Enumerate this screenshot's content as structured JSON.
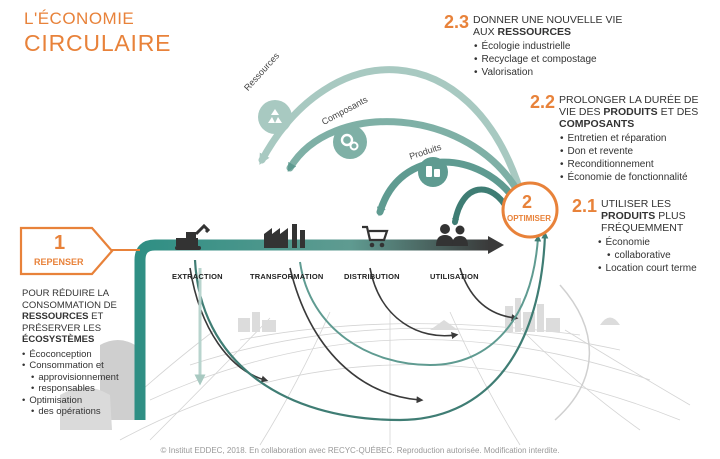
{
  "title": {
    "line1": "L'ÉCONOMIE",
    "line2": "CIRCULAIRE"
  },
  "rethink": {
    "number": "1",
    "label": "REPENSER",
    "desc_1": "POUR RÉDUIRE LA",
    "desc_2": "CONSOMMATION DE",
    "desc_3": "RESSOURCES",
    "desc_4": " ET",
    "desc_5": "PRÉSERVER LES",
    "desc_6": "ÉCOSYSTÈMES",
    "items": [
      "Écoconception",
      "Consommation et",
      "approvisionnement",
      "responsables",
      "Optimisation",
      "des opérations"
    ]
  },
  "optimize": {
    "number": "2",
    "label": "OPTIMISER"
  },
  "strategy_21": {
    "number": "2.1",
    "line1": "UTILISER LES",
    "line2_bold": "PRODUITS",
    "line2_rest": " PLUS",
    "line3": "FRÉQUEMMENT",
    "items": [
      "Économie",
      "collaborative",
      "Location court terme"
    ]
  },
  "strategy_22": {
    "number": "2.2",
    "line1": "PROLONGER LA DURÉE DE",
    "line2_pre": "VIE DES ",
    "line2_bold": "PRODUITS",
    "line2_rest": " ET DES",
    "line3": "COMPOSANTS",
    "items": [
      "Entretien et réparation",
      "Don et revente",
      "Reconditionnement",
      "Économie de fonctionnalité"
    ]
  },
  "strategy_23": {
    "number": "2.3",
    "line1": "DONNER UNE NOUVELLE VIE",
    "line2_pre": "AUX ",
    "line2_bold": "RESSOURCES",
    "items": [
      "Écologie industrielle",
      "Recyclage et compostage",
      "Valorisation"
    ]
  },
  "stages": [
    "EXTRACTION",
    "TRANSFORMATION",
    "DISTRIBUTION",
    "UTILISATION"
  ],
  "loops": {
    "resources": "Ressources",
    "components": "Composants",
    "products": "Produits"
  },
  "icons": [
    "excavator-icon",
    "factory-icon",
    "cart-icon",
    "people-icon",
    "recycle-icon",
    "gears-icon",
    "products-icon"
  ],
  "colors": {
    "orange": "#e8823a",
    "teal_dark": "#3f7d74",
    "teal_mid": "#5f9b91",
    "teal_light": "#a8c9c1",
    "charcoal": "#333333"
  },
  "footer": "© Institut EDDEC, 2018. En collaboration avec RECYC-QUÉBEC. Reproduction autorisée. Modification interdite."
}
